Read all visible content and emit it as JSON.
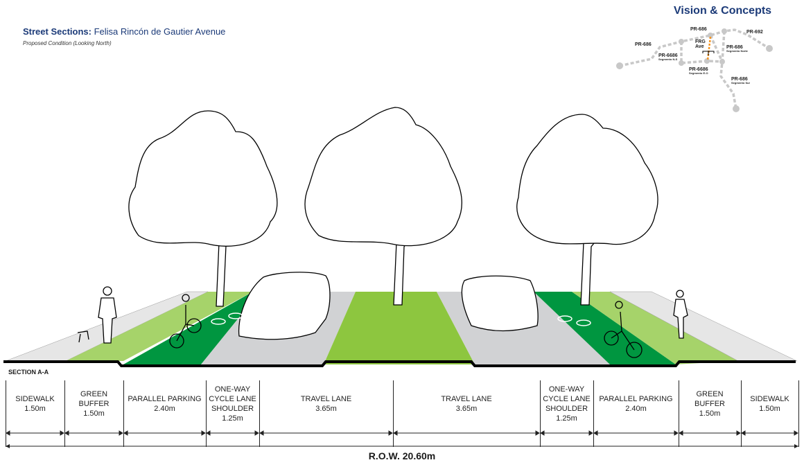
{
  "header": {
    "title_bold": "Street Sections:",
    "title_rest": " Felisa Rincón de Gautier Avenue",
    "subtitle": "Proposed Condition (Looking North)",
    "section_tag": "Vision & Concepts"
  },
  "map": {
    "labels": [
      {
        "name": "PR-686",
        "sub": ""
      },
      {
        "name": "PR-692",
        "sub": ""
      },
      {
        "name": "PR-686",
        "sub": ""
      },
      {
        "name": "PR-6686",
        "sub": "Segmento N-S"
      },
      {
        "name": "FRG Ave",
        "sub": ""
      },
      {
        "name": "PR-686",
        "sub": "Segmento Norte"
      },
      {
        "name": "PR-6686",
        "sub": "Segmento E-O"
      },
      {
        "name": "PR-686",
        "sub": "Segmento Sur"
      }
    ],
    "road_color": "#c8c8c8",
    "highlight_color": "#f7941d"
  },
  "colors": {
    "sidewalk": "#e6e6e6",
    "green_buffer": "#a6d36a",
    "cycle_lane": "#009640",
    "road": "#d1d2d4",
    "median": "#8dc63f"
  },
  "section": {
    "label": "SECTION A-A",
    "row_total": "R.O.W. 20.60m",
    "columns": [
      {
        "label": "SIDEWALK",
        "width": "1.50m"
      },
      {
        "label": "GREEN BUFFER",
        "width": "1.50m"
      },
      {
        "label": "PARALLEL PARKING",
        "width": "2.40m"
      },
      {
        "label": "ONE-WAY CYCLE LANE SHOULDER",
        "width": "1.25m"
      },
      {
        "label": "TRAVEL LANE",
        "width": "3.65m"
      },
      {
        "label": "TRAVEL LANE",
        "width": "3.65m"
      },
      {
        "label": "ONE-WAY CYCLE LANE SHOULDER",
        "width": "1.25m"
      },
      {
        "label": "PARALLEL PARKING",
        "width": "2.40m"
      },
      {
        "label": "GREEN BUFFER",
        "width": "1.50m"
      },
      {
        "label": "SIDEWALK",
        "width": "1.50m"
      }
    ]
  }
}
